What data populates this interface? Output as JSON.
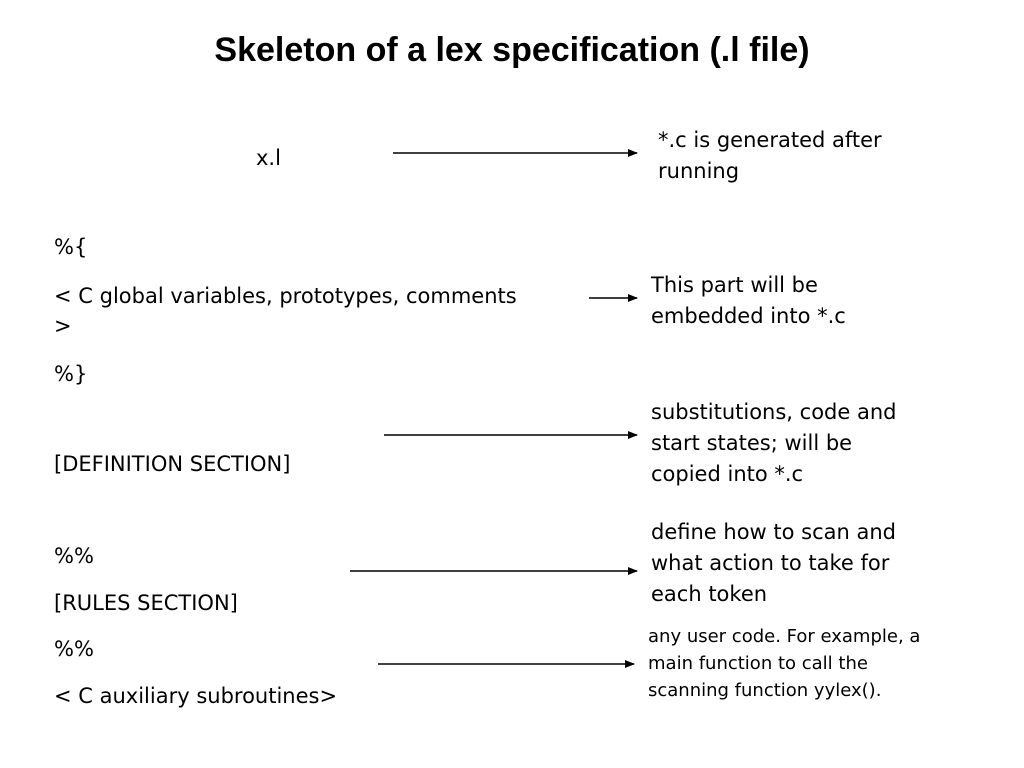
{
  "slide": {
    "title": "Skeleton of a lex specification (.l file)"
  },
  "left": {
    "file_name": "x.l",
    "open_brace": "%{",
    "c_globals_line1": "< C global variables, prototypes, comments",
    "c_globals_line2": ">",
    "close_brace": "%}",
    "definition_section": "[DEFINITION SECTION]",
    "separator_1": "%%",
    "rules_section": "[RULES SECTION]",
    "separator_2": "%%",
    "aux_subroutines": "< C auxiliary subroutines>"
  },
  "notes": {
    "generated": [
      "*.c is generated after",
      "running"
    ],
    "embedded": [
      "This part will be",
      "embedded into *.c"
    ],
    "definitions": [
      "substitutions, code and",
      "start states; will be",
      "copied into *.c"
    ],
    "rules": [
      "define how to scan and",
      "what action to take for",
      "each token"
    ],
    "user_code": [
      "any user code. For example, a",
      "main function to call the",
      "scanning function yylex()."
    ]
  },
  "colors": {
    "text": "#000000",
    "background": "#ffffff",
    "arrow": "#000000"
  }
}
